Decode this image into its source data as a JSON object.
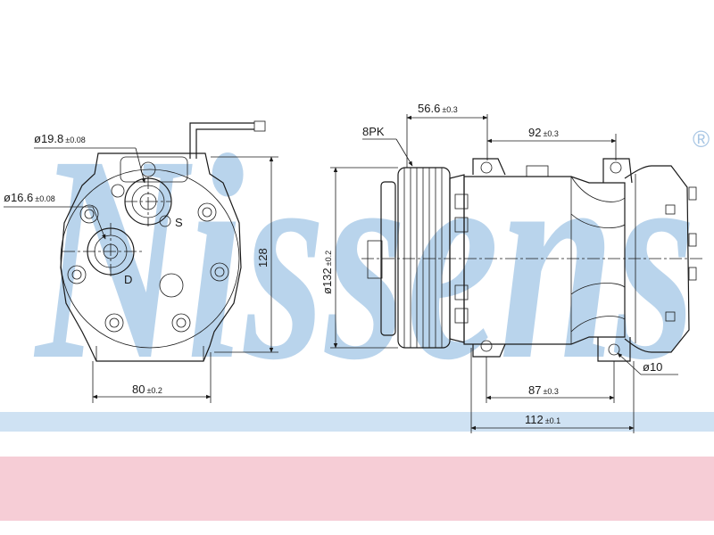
{
  "watermark": {
    "text": "Nissens",
    "registered": "®",
    "color": "#b9d4ec"
  },
  "colors": {
    "line": "#1a1a1a",
    "band_blue": "#cfe2f3",
    "band_pink": "#f6cdd6"
  },
  "front_view": {
    "dims": {
      "suction_diameter": {
        "main": "ø19.8",
        "tol": "±0.08"
      },
      "discharge_diameter": {
        "main": "ø16.6",
        "tol": "±0.08"
      },
      "height": {
        "main": "128",
        "tol": ""
      },
      "width": {
        "main": "80",
        "tol": "±0.2"
      }
    },
    "labels": {
      "suction": "S",
      "discharge": "D"
    }
  },
  "side_view": {
    "dims": {
      "pulley_offset": {
        "main": "56.6",
        "tol": "±0.3"
      },
      "top_hole_spacing": {
        "main": "92",
        "tol": "±0.3"
      },
      "pulley_type": {
        "main": "8PK",
        "tol": ""
      },
      "pulley_diameter": {
        "main": "ø132",
        "tol": "±0.2"
      },
      "mount_hole": {
        "main": "ø10",
        "tol": ""
      },
      "bottom_hole_spacing": {
        "main": "87",
        "tol": "±0.3"
      },
      "overall_length": {
        "main": "112",
        "tol": "±0.1"
      }
    }
  }
}
